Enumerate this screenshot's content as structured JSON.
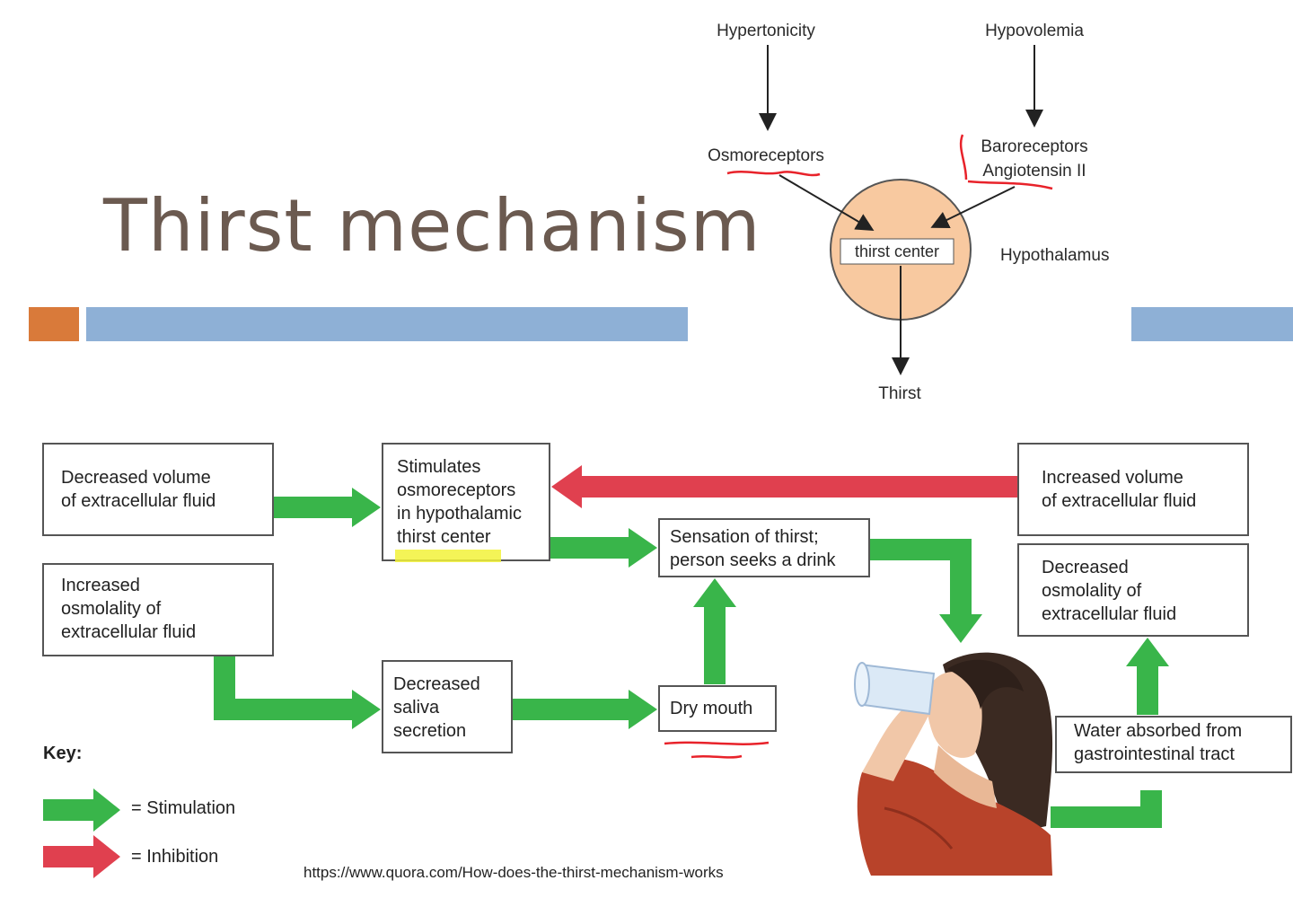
{
  "title": "Thirst mechanism",
  "colors": {
    "accent_orange": "#d97a3a",
    "accent_blue": "#8eb0d6",
    "stimulation_green": "#39b54a",
    "inhibition_red": "#e0404f",
    "hypothalamus_fill": "#f8c9a0",
    "annotation_red": "#e8222a",
    "highlight_yellow": "#f2f23a"
  },
  "top_diagram": {
    "hypertonicity": "Hypertonicity",
    "hypovolemia": "Hypovolemia",
    "osmoreceptors": "Osmoreceptors",
    "baroreceptors": "Baroreceptors",
    "angiotensin": "Angiotensin II",
    "thirst_center": "thirst center",
    "hypothalamus": "Hypothalamus",
    "thirst": "Thirst"
  },
  "flow": {
    "decreased_volume": [
      "Decreased volume",
      "of extracellular fluid"
    ],
    "increased_osmolality": [
      "Increased",
      "osmolality of",
      "extracellular fluid"
    ],
    "stimulates": [
      "Stimulates",
      "osmoreceptors",
      "in hypothalamic",
      "thirst center"
    ],
    "sensation": [
      "Sensation of thirst;",
      "person seeks a drink"
    ],
    "decreased_saliva": [
      "Decreased",
      "saliva",
      "secretion"
    ],
    "dry_mouth": [
      "Dry mouth"
    ],
    "increased_volume": [
      "Increased volume",
      "of extracellular fluid"
    ],
    "decreased_osmolality": [
      "Decreased",
      "osmolality of",
      "extracellular fluid"
    ],
    "water_absorbed": [
      "Water absorbed from",
      "gastrointestinal tract"
    ]
  },
  "key": {
    "title": "Key:",
    "stimulation": "= Stimulation",
    "inhibition": "= Inhibition"
  },
  "source_url": "https://www.quora.com/How-does-the-thirst-mechanism-works"
}
